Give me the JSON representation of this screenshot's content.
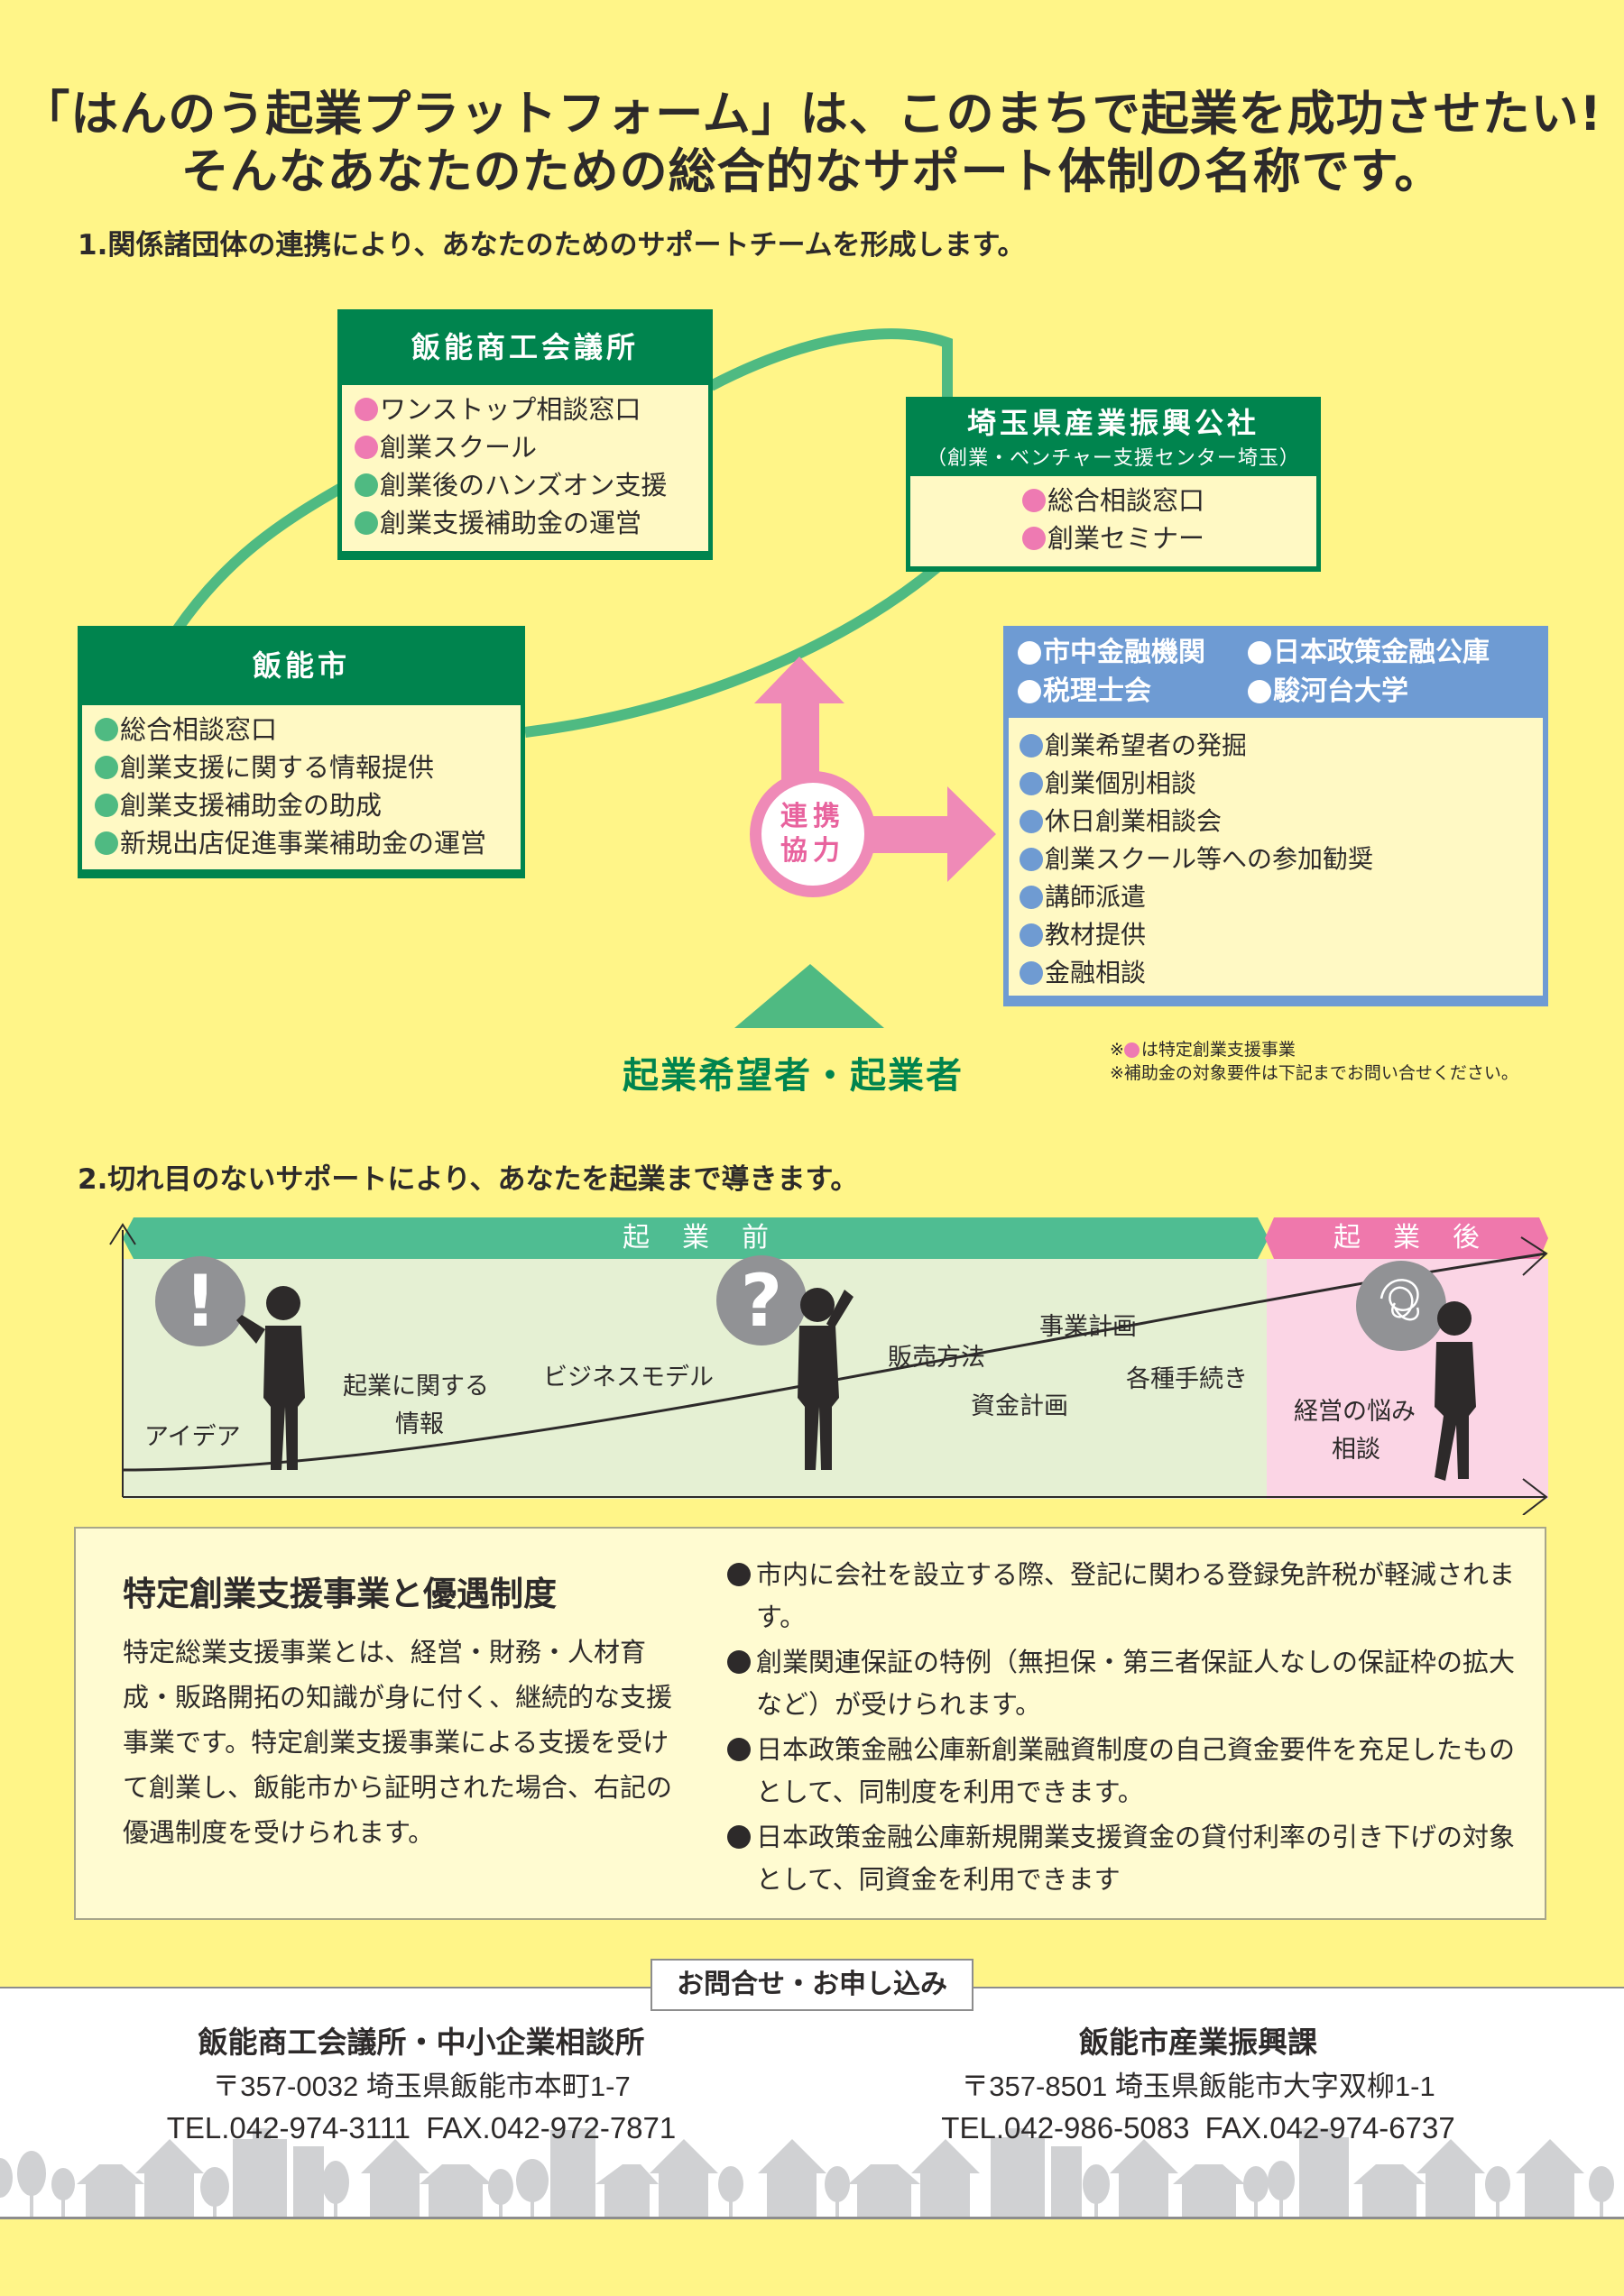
{
  "header": {
    "line1": "「はんのう起業プラットフォーム」は、このまちで起業を成功させたい!",
    "line2": "そんなあなたのための総合的なサポート体制の名称です。"
  },
  "section1": {
    "heading": "1.関係諸団体の連携により、あなたのためのサポートチームを形成します。",
    "chamber": {
      "title": "飯能商工会議所",
      "items": [
        {
          "label": "ワンストップ相談窓口",
          "dot": "pink"
        },
        {
          "label": "創業スクール",
          "dot": "pink"
        },
        {
          "label": "創業後のハンズオン支援",
          "dot": "green"
        },
        {
          "label": "創業支援補助金の運営",
          "dot": "green"
        }
      ]
    },
    "saitama": {
      "title": "埼玉県産業振興公社",
      "subtitle": "（創業・ベンチャー支援センター埼玉）",
      "items": [
        {
          "label": "総合相談窓口",
          "dot": "pink"
        },
        {
          "label": "創業セミナー",
          "dot": "pink"
        }
      ]
    },
    "city": {
      "title": "飯能市",
      "items": [
        {
          "label": "総合相談窓口",
          "dot": "green"
        },
        {
          "label": "創業支援に関する情報提供",
          "dot": "green"
        },
        {
          "label": "創業支援補助金の助成",
          "dot": "green"
        },
        {
          "label": "新規出店促進事業補助金の運営",
          "dot": "green"
        }
      ]
    },
    "partners": {
      "header_items": [
        "市中金融機関",
        "日本政策金融公庫",
        "税理士会",
        "駿河台大学"
      ],
      "items": [
        "創業希望者の発掘",
        "創業個別相談",
        "休日創業相談会",
        "創業スクール等への参加勧奨",
        "講師派遣",
        "教材提供",
        "金融相談"
      ]
    },
    "coop_label": [
      "連携",
      "協力"
    ],
    "center_label": "起業希望者・起業者",
    "notes": {
      "note1_prefix": "※",
      "note1_suffix": "は特定創業支援事業",
      "note2": "※補助金の対象要件は下記までお問い合せください。"
    },
    "colors": {
      "org_green": "#00844e",
      "line_green": "#4fba82",
      "pink": "#ee7ab2",
      "partner_blue": "#6e9bd3",
      "box_fill": "#fff9c4",
      "background": "#fff588"
    }
  },
  "section2": {
    "heading": "2.切れ目のないサポートにより、あなたを起業まで導きます。",
    "phase_before": "起業前",
    "phase_after": "起業後",
    "labels": {
      "idea": "アイデア",
      "info_line1": "起業に関する",
      "info_line2": "情報",
      "business_model": "ビジネスモデル",
      "sales": "販売方法",
      "business_plan": "事業計画",
      "funding_plan": "資金計画",
      "procedures": "各種手続き",
      "mgmt_line1": "経営の悩み",
      "mgmt_line2": "相談"
    },
    "icons": {
      "idea_bubble": "!",
      "question_bubble": "?"
    }
  },
  "info": {
    "title": "特定創業支援事業と優遇制度",
    "body": "特定総業支援事業とは、経営・財務・人材育成・販路開拓の知識が身に付く、継続的な支援事業です。特定創業支援事業による支援を受けて創業し、飯能市から証明された場合、右記の優遇制度を受けられます。",
    "benefits": [
      "市内に会社を設立する際、登記に関わる登録免許税が軽減されます。",
      "創業関連保証の特例（無担保・第三者保証人なしの保証枠の拡大など）が受けられます。",
      "日本政策金融公庫新創業融資制度の自己資金要件を充足したものとして、同制度を利用できます。",
      "日本政策金融公庫新規開業支援資金の貸付利率の引き下げの対象として、同資金を利用できます"
    ]
  },
  "footer": {
    "tab_label": "お問合せ・お申し込み",
    "contacts": [
      {
        "name": "飯能商工会議所・中小企業相談所",
        "address": "〒357-0032 埼玉県飯能市本町1-7",
        "tel": "TEL.042-974-3111  FAX.042-972-7871"
      },
      {
        "name": "飯能市産業振興課",
        "address": "〒357-8501 埼玉県飯能市大字双柳1-1",
        "tel": "TEL.042-986-5083  FAX.042-974-6737"
      }
    ]
  }
}
